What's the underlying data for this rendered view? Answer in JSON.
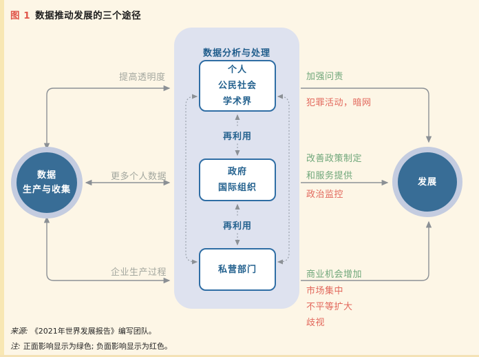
{
  "title": {
    "prefix": "图 1",
    "text": "数据推动发展的三个途径"
  },
  "left_node": {
    "line1": "数据",
    "line2": "生产与收集"
  },
  "right_node": {
    "label": "发展"
  },
  "panel": {
    "title": "数据分析与处理",
    "reuse_label": "再利用",
    "boxes": [
      {
        "lines": [
          "个人",
          "公民社会",
          "学术界"
        ]
      },
      {
        "lines": [
          "政府",
          "国际组织"
        ]
      },
      {
        "lines": [
          "私营部门"
        ]
      }
    ]
  },
  "flows": {
    "top_left": {
      "label": "提高透明度"
    },
    "middle_left": {
      "label": "更多个人数据"
    },
    "bottom_left": {
      "label": "企业生产过程"
    },
    "top_right": {
      "positive": "加强问责",
      "negative": "犯罪活动，暗网"
    },
    "middle_right": {
      "positive_line1": "改善政策制定",
      "positive_line2": "和服务提供",
      "negative": "政治监控"
    },
    "bottom_right": {
      "positive": "商业机会增加",
      "negative_1": "市场集中",
      "negative_2": "不平等扩大",
      "negative_3": "歧视"
    }
  },
  "footer": {
    "source_label": "来源:",
    "source_text": "《2021年世界发展报告》编写团队。",
    "note_label": "注:",
    "note_text": "正面影响显示为绿色; 负面影响显示为红色。"
  },
  "colors": {
    "page_bg": "#fdf6e6",
    "panel_bg": "#dee2ef",
    "node_fill": "#386d96",
    "node_ring": "#c4cce0",
    "box_border": "#2e6da4",
    "text_blue": "#23618e",
    "positive_green": "#6fa77a",
    "negative_red": "#e2685c",
    "neutral_gray": "#a3a79f",
    "accent_red": "#e0554a",
    "arrow_gray": "#8b9095"
  }
}
